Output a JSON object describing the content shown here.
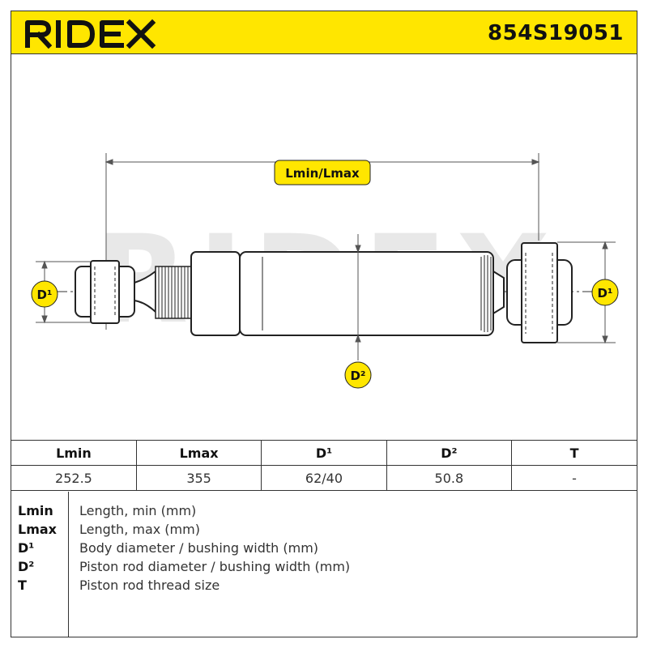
{
  "brand": {
    "name": "RIDEX",
    "color": "#111111",
    "accent": "#ffe600"
  },
  "part_number": "854S19051",
  "diagram": {
    "watermark": "RIDEX",
    "labels": {
      "length": "Lmin/Lmax",
      "d1_left": "D¹",
      "d1_right": "D¹",
      "d2": "D²"
    }
  },
  "specs": {
    "headers": [
      "Lmin",
      "Lmax",
      "D¹",
      "D²",
      "T"
    ],
    "values": [
      "252.5",
      "355",
      "62/40",
      "50.8",
      "-"
    ]
  },
  "legend": [
    {
      "key": "Lmin",
      "desc": "Length, min (mm)"
    },
    {
      "key": "Lmax",
      "desc": "Length, max (mm)"
    },
    {
      "key": "D¹",
      "desc": "Body diameter / bushing width (mm)"
    },
    {
      "key": "D²",
      "desc": "Piston rod diameter / bushing width (mm)"
    },
    {
      "key": "T",
      "desc": "Piston rod thread size"
    }
  ]
}
